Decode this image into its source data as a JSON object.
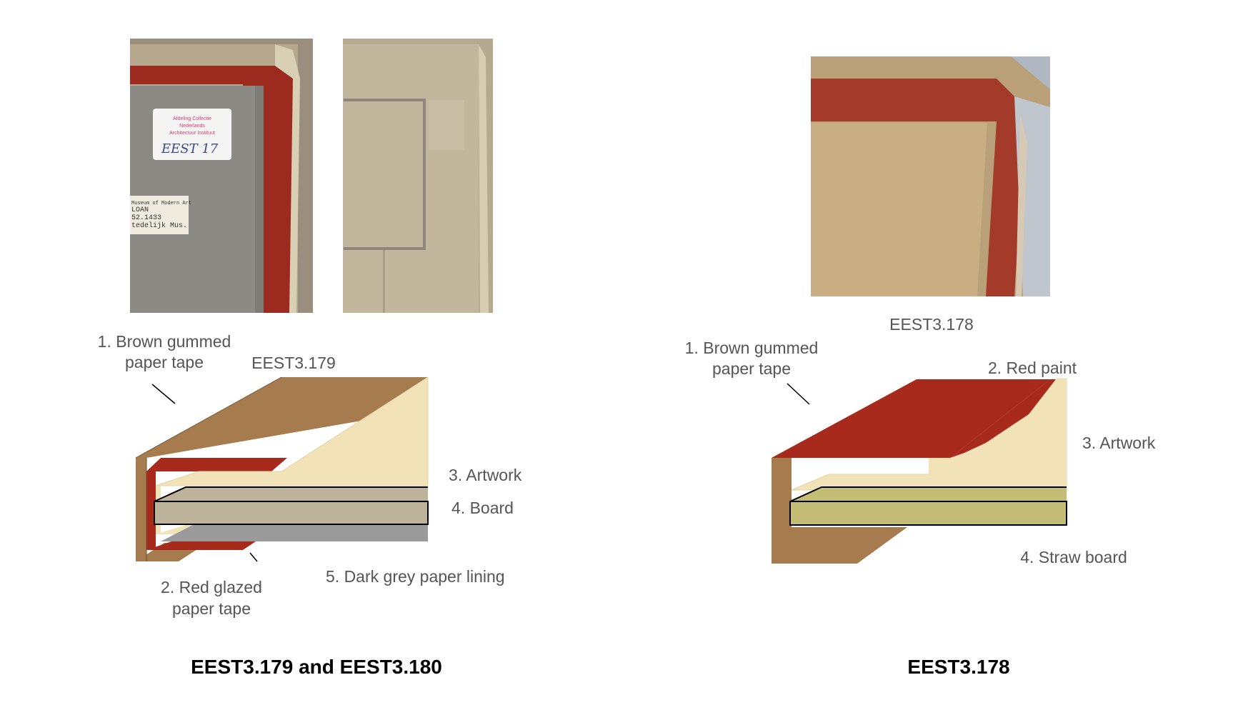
{
  "colors": {
    "brown_tape": "#a67c4e",
    "brown_dark": "#8f6a42",
    "red": "#a82a1c",
    "artwork": "#f2e2b8",
    "board": "#bdb39a",
    "straw_board": "#c4bd76",
    "grey_lining": "#9a9a9a"
  },
  "left": {
    "title": "EEST3.179 and EEST3.180",
    "photo_caption": "EEST3.179",
    "photo1": {
      "stamp_lines": [
        "Afdeling Collectie",
        "Nederlands",
        "Architectuur Instituut"
      ],
      "handwritten": "EEST 17",
      "loan_lines": [
        "Museum of Modern Art",
        "LOAN",
        "52.1433",
        "tedelijk Mus."
      ]
    },
    "labels": {
      "tape_line1": "1. Brown gummed",
      "tape_line2": "paper tape",
      "red_line1": "2. Red glazed",
      "red_line2": "paper tape",
      "artwork": "3. Artwork",
      "board": "4. Board",
      "lining": "5. Dark grey paper lining"
    }
  },
  "right": {
    "title": "EEST3.178",
    "photo_caption": "EEST3.178",
    "labels": {
      "tape_line1": "1. Brown gummed",
      "tape_line2": "paper tape",
      "red": "2. Red paint",
      "artwork": "3. Artwork",
      "board": "4. Straw board"
    }
  }
}
